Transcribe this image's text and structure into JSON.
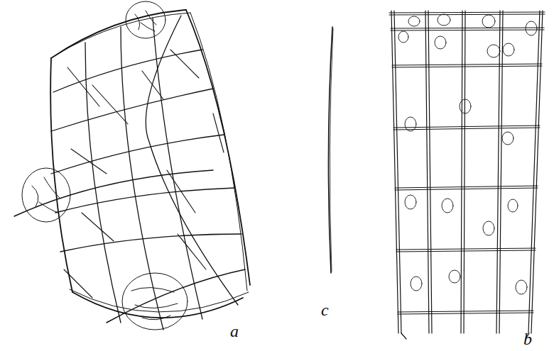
{
  "diagram": {
    "labels": [
      "a",
      "c",
      "b"
    ]
  }
}
